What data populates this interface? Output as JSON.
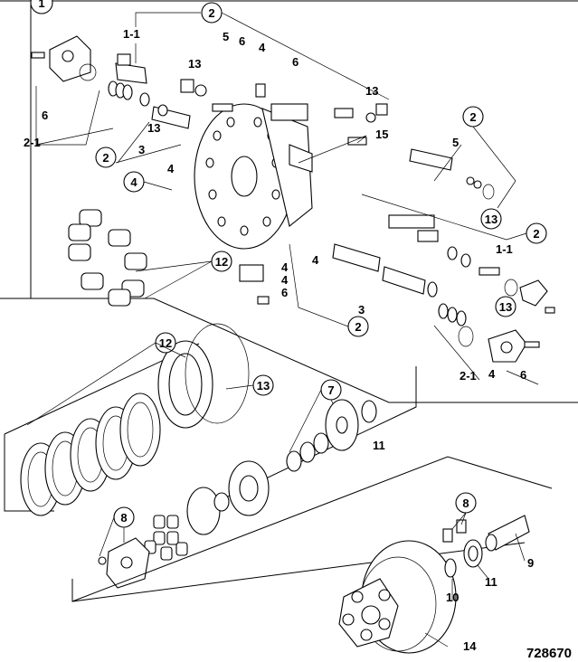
{
  "figure_id": "728670",
  "callouts": {
    "c1": "1",
    "c2": "2",
    "c4": "4",
    "c7": "7",
    "c8": "8",
    "c12": "12",
    "c13": "13"
  },
  "labels": {
    "l1_1": "1-1",
    "l2_1": "2-1",
    "l3": "3",
    "l4": "4",
    "l5": "5",
    "l6": "6",
    "l9": "9",
    "l10": "10",
    "l11": "11",
    "l13": "13",
    "l14": "14",
    "l15": "15"
  }
}
